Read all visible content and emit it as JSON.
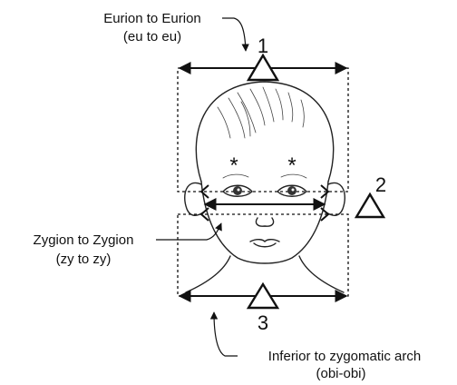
{
  "labels": {
    "eurion_line1": "Eurion to Eurion",
    "eurion_line2": "(eu to eu)",
    "zygion_line1": "Zygion to Zygion",
    "zygion_line2": "(zy to zy)",
    "inferior_line1": "Inferior to zygomatic arch",
    "inferior_line2": "(obi-obi)"
  },
  "markers": {
    "m1": "1",
    "m2": "2",
    "m3": "3"
  },
  "eye_markers": {
    "left": "*",
    "right": "*"
  }
}
